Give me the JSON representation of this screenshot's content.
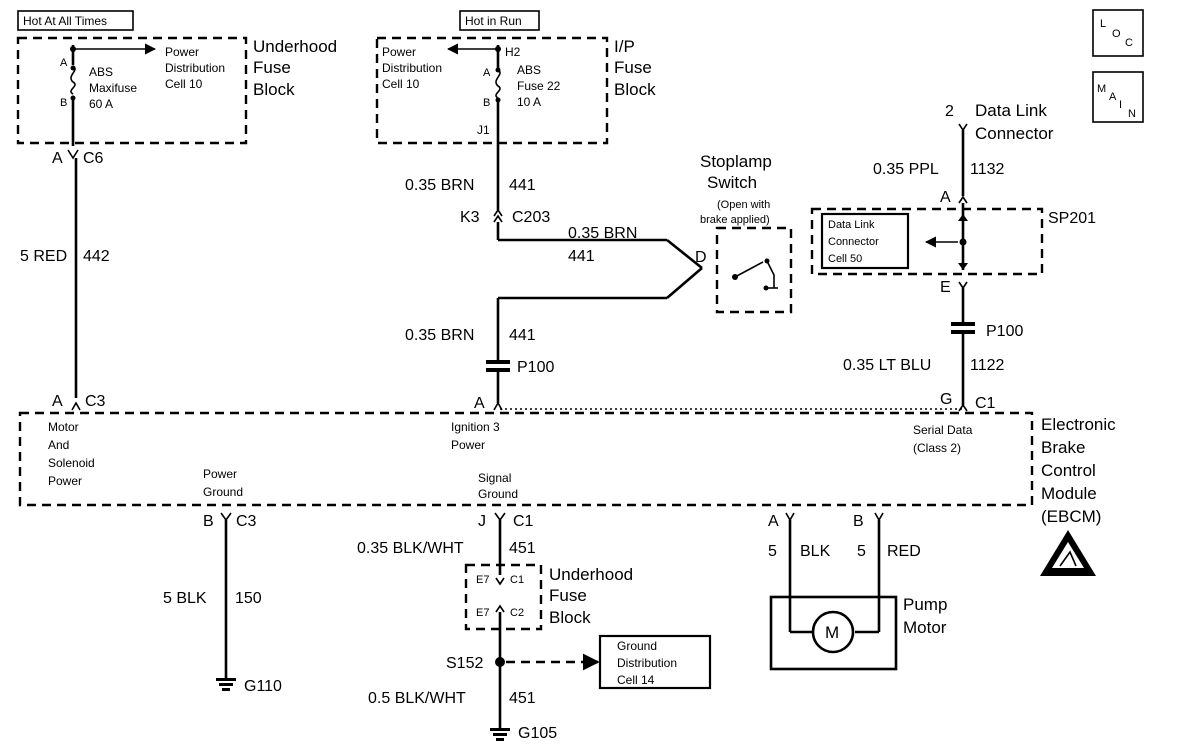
{
  "top": {
    "hot_at_all_times": "Hot At All Times",
    "hot_in_run": "Hot in Run",
    "loc_badge": [
      "L",
      "O",
      "C"
    ],
    "main_badge": [
      "M",
      "A",
      "I",
      "N"
    ]
  },
  "underhood_fuse_block": {
    "title": [
      "Underhood",
      "Fuse",
      "Block"
    ],
    "pin_a": "A",
    "pin_b": "B",
    "fuse": [
      "ABS",
      "Maxifuse",
      "60 A"
    ],
    "ref": [
      "Power",
      "Distribution",
      "Cell 10"
    ],
    "conn_pin": "A",
    "conn": "C6"
  },
  "ip_fuse_block": {
    "title": [
      "I/P",
      "Fuse",
      "Block"
    ],
    "ref": [
      "Power",
      "Distribution",
      "Cell 10"
    ],
    "h2": "H2",
    "pin_a": "A",
    "pin_b": "B",
    "fuse": [
      "ABS",
      "Fuse 22",
      "10 A"
    ],
    "j1": "J1"
  },
  "wires": {
    "red_gauge": "5 RED",
    "red_circuit": "442",
    "brn1_gauge": "0.35 BRN",
    "brn1_circuit": "441",
    "c203_pin": "K3",
    "c203": "C203",
    "brn2_gauge": "0.35 BRN",
    "brn2_circuit": "441",
    "brn3_gauge": "0.35 BRN",
    "brn3_circuit": "441",
    "p100_left": "P100",
    "ppl_gauge": "0.35 PPL",
    "ppl_circuit": "1132",
    "ltblu_gauge": "0.35 LT BLU",
    "ltblu_circuit": "1122",
    "p100_right": "P100",
    "blk150_gauge": "5 BLK",
    "blk150_circuit": "150",
    "blkwht1_gauge": "0.35 BLK/WHT",
    "blkwht1_circuit": "451",
    "blkwht2_gauge": "0.5 BLK/WHT",
    "blkwht2_circuit": "451",
    "pump_a_gauge": "5",
    "pump_a_color": "BLK",
    "pump_b_gauge": "5",
    "pump_b_color": "RED"
  },
  "stoplamp_switch": {
    "title": [
      "Stoplamp",
      "Switch"
    ],
    "note": [
      "(Open with",
      "brake applied)"
    ],
    "pin": "D"
  },
  "data_link": {
    "pin": "2",
    "title": [
      "Data Link",
      "Connector"
    ],
    "splice": "SP201",
    "ref": [
      "Data Link",
      "Connector",
      "Cell 50"
    ],
    "pin_a": "A",
    "pin_e": "E"
  },
  "ebcm": {
    "title": [
      "Electronic",
      "Brake",
      "Control",
      "Module",
      "(EBCM)"
    ],
    "c3_pin": "A",
    "c3": "C3",
    "motor_power": [
      "Motor",
      "And",
      "Solenoid",
      "Power"
    ],
    "ign_pin": "A",
    "ign": [
      "Ignition 3",
      "Power"
    ],
    "serial_pin": "G",
    "serial_conn": "C1",
    "serial": [
      "Serial Data",
      "(Class 2)"
    ],
    "pwr_gnd": [
      "Power",
      "Ground"
    ],
    "pwr_gnd_pin": "B",
    "pwr_gnd_conn": "C3",
    "sig_gnd": [
      "Signal",
      "Ground"
    ],
    "sig_gnd_pin": "J",
    "sig_gnd_conn": "C1"
  },
  "lower": {
    "uh_title": [
      "Underhood",
      "Fuse",
      "Block"
    ],
    "e7_c1_pin": "E7",
    "e7_c1": "C1",
    "e7_c2_pin": "E7",
    "e7_c2": "C2",
    "s152": "S152",
    "gnd_ref": [
      "Ground",
      "Distribution",
      "Cell 14"
    ],
    "g110": "G110",
    "g105": "G105"
  },
  "pump": {
    "pin_a": "A",
    "pin_b": "B",
    "motor_symbol": "M",
    "title": [
      "Pump",
      "Motor"
    ]
  }
}
